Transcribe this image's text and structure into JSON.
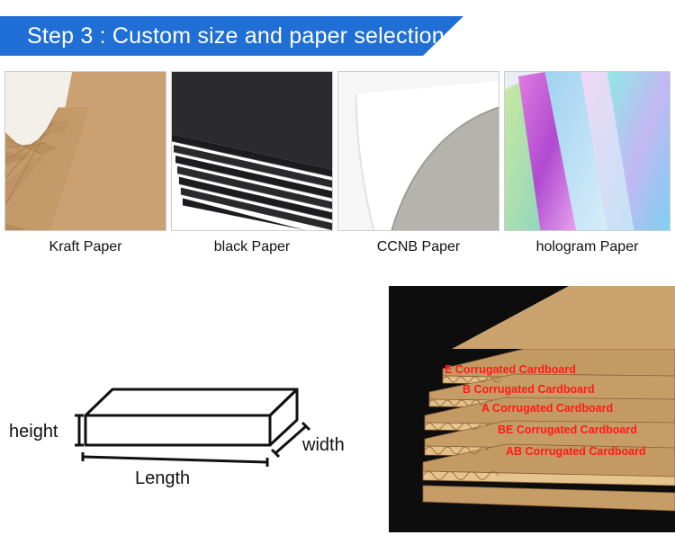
{
  "banner": {
    "title": "Step 3 : Custom size and paper selection",
    "color": "#1f6fd6"
  },
  "papers": [
    {
      "label": "Kraft Paper",
      "image": "kraft-paper-stack"
    },
    {
      "label": "black Paper",
      "image": "black-paper-stack"
    },
    {
      "label": "CCNB Paper",
      "image": "ccnb-paper-sheet"
    },
    {
      "label": "hologram Paper",
      "image": "hologram-paper-sheets"
    }
  ],
  "dimensions": {
    "height": "height",
    "width": "width",
    "length": "Length"
  },
  "corrugated": {
    "types": [
      "E Corrugated Cardboard",
      "B Corrugated Cardboard",
      "A Corrugated Cardboard",
      "BE Corrugated Cardboard",
      "AB Corrugated Cardboard"
    ],
    "label_color": "#ff1a1a"
  }
}
